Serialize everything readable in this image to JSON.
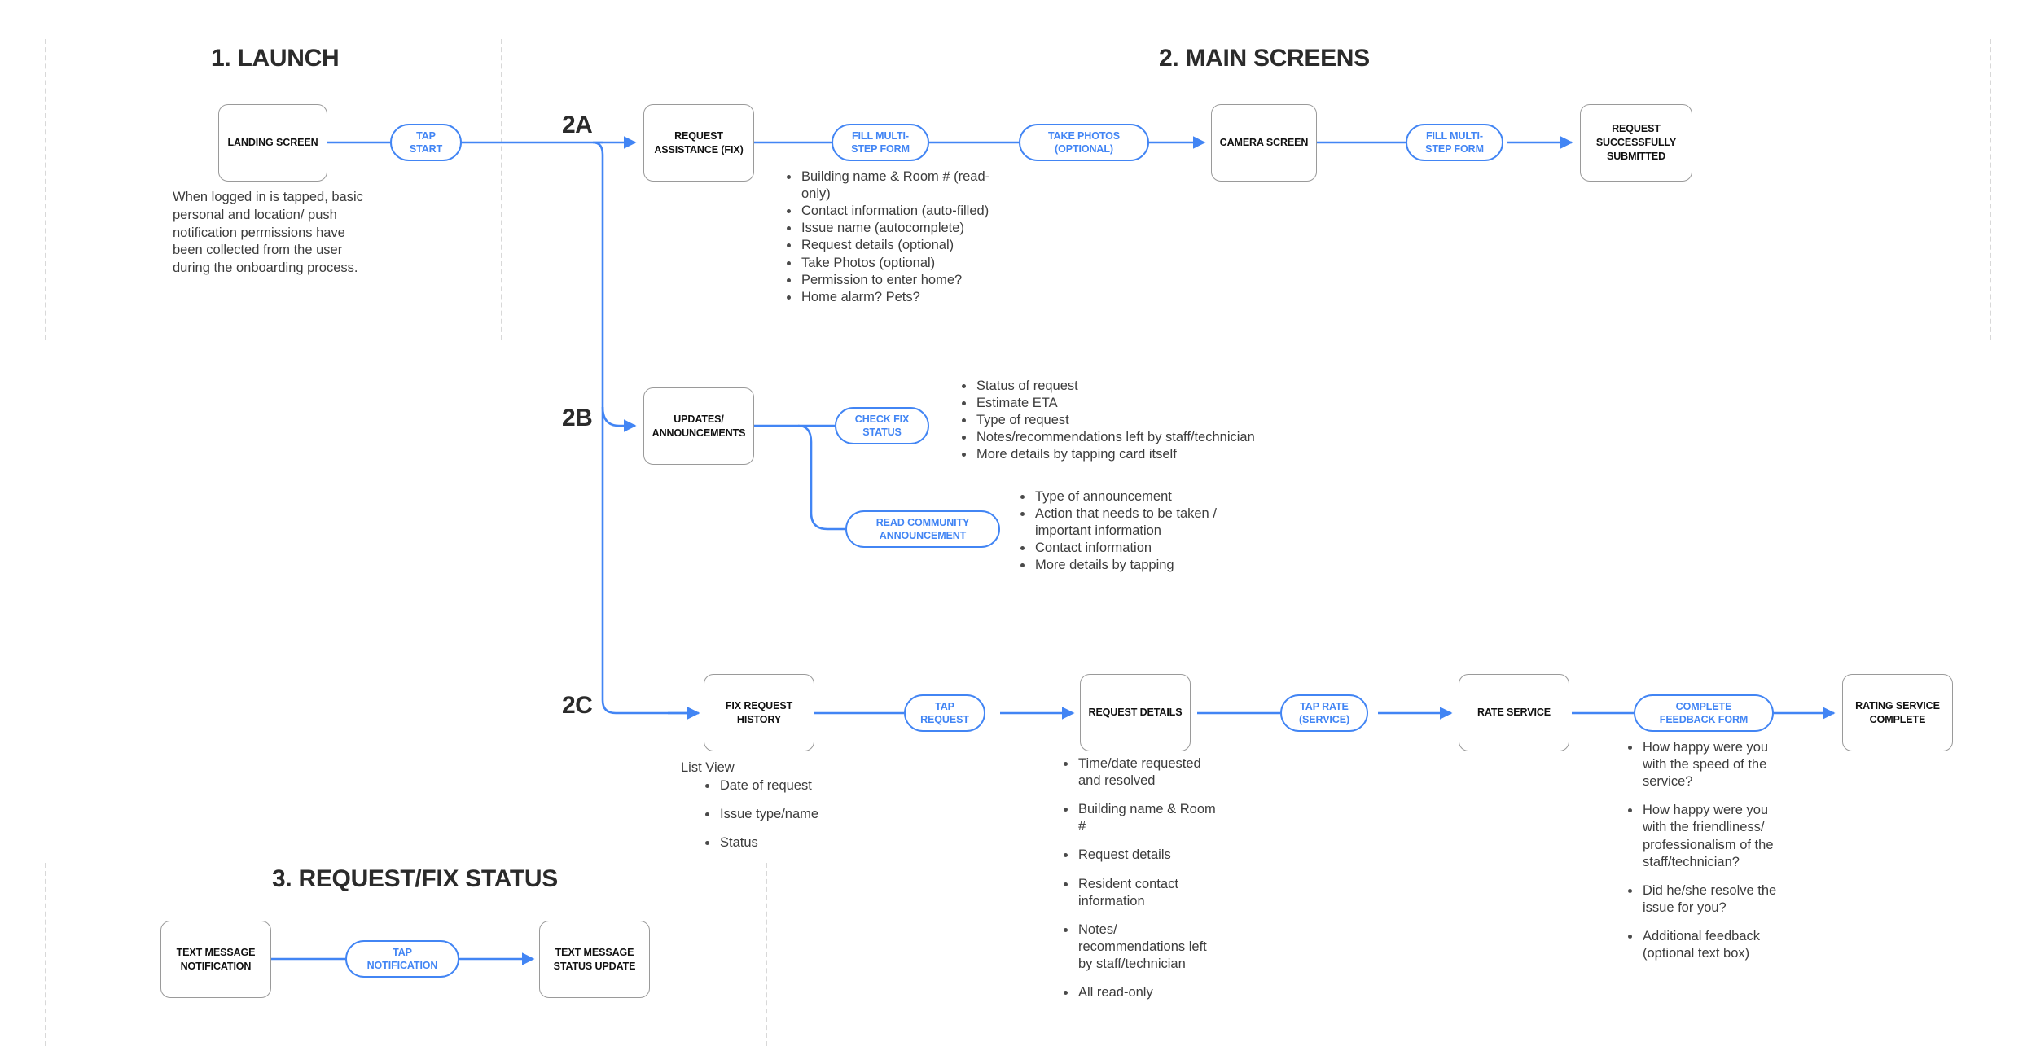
{
  "accent_blue": "#4285F4",
  "box_border_gray": "#9A9A9A",
  "divider_gray": "#D8D8D8",
  "text_dark": "#2B2B2B",
  "sections": {
    "launch": {
      "title": "1. LAUNCH"
    },
    "main": {
      "title": "2. MAIN SCREENS"
    },
    "status": {
      "title": "3. REQUEST/FIX STATUS"
    }
  },
  "branches": {
    "a": "2A",
    "b": "2B",
    "c": "2C"
  },
  "launch": {
    "landing_screen": "LANDING SCREEN",
    "tap_start": "TAP\nSTART",
    "note": "When logged in is tapped, basic personal and location/ push notification permissions have been collected from the user during the onboarding process."
  },
  "flow_2a": {
    "request_assistance": "REQUEST\nASSISTANCE (FIX)",
    "fill_form_1": "FILL MULTI-\nSTEP FORM",
    "take_photos": "TAKE PHOTOS\n(OPTIONAL)",
    "camera_screen": "CAMERA SCREEN",
    "fill_form_2": "FILL MULTI-\nSTEP FORM",
    "request_submitted": "REQUEST\nSUCCESSFULLY\nSUBMITTED",
    "form_fields": [
      "Building name & Room # (read-only)",
      "Contact information (auto-filled)",
      "Issue name (autocomplete)",
      "Request details (optional)",
      "Take Photos (optional)",
      "Permission to enter home?",
      "Home alarm? Pets?"
    ]
  },
  "flow_2b": {
    "updates_announcements": "UPDATES/\nANNOUNCEMENTS",
    "check_fix_status": "CHECK FIX\nSTATUS",
    "read_community_announcement": "READ COMMUNITY\nANNOUNCEMENT",
    "fix_status_details": [
      "Status of request",
      "Estimate ETA",
      "Type of request",
      "Notes/recommendations left by staff/technician",
      "More details by tapping card itself"
    ],
    "announcement_details": [
      "Type of announcement",
      "Action that needs to be taken / important information",
      "Contact information",
      "More details by tapping"
    ]
  },
  "flow_2c": {
    "fix_request_history": "FIX REQUEST\nHISTORY",
    "tap_request": "TAP\nREQUEST",
    "request_details": "REQUEST DETAILS",
    "tap_rate_service": "TAP RATE\n(SERVICE)",
    "rate_service": "RATE SERVICE",
    "complete_feedback_form": "COMPLETE\nFEEDBACK FORM",
    "rating_service_complete": "RATING SERVICE\nCOMPLETE",
    "list_view_heading": "List View",
    "list_view_items": [
      "Date of request",
      "Issue type/name",
      "Status"
    ],
    "request_details_items": [
      "Time/date requested and resolved",
      "Building name & Room #",
      "Request details",
      "Resident contact information",
      "Notes/ recommendations left by staff/technician",
      "All read-only"
    ],
    "feedback_items": [
      "How happy were you with the speed of the service?",
      "How happy were you with the friendliness/ professionalism of the staff/technician?",
      "Did he/she resolve the issue for you?",
      "Additional feedback (optional text box)"
    ]
  },
  "flow_3": {
    "text_message_notification": "TEXT MESSAGE\nNOTIFICATION",
    "tap_notification": "TAP\nNOTIFICATION",
    "text_message_status_update": "TEXT MESSAGE\nSTATUS UPDATE"
  }
}
